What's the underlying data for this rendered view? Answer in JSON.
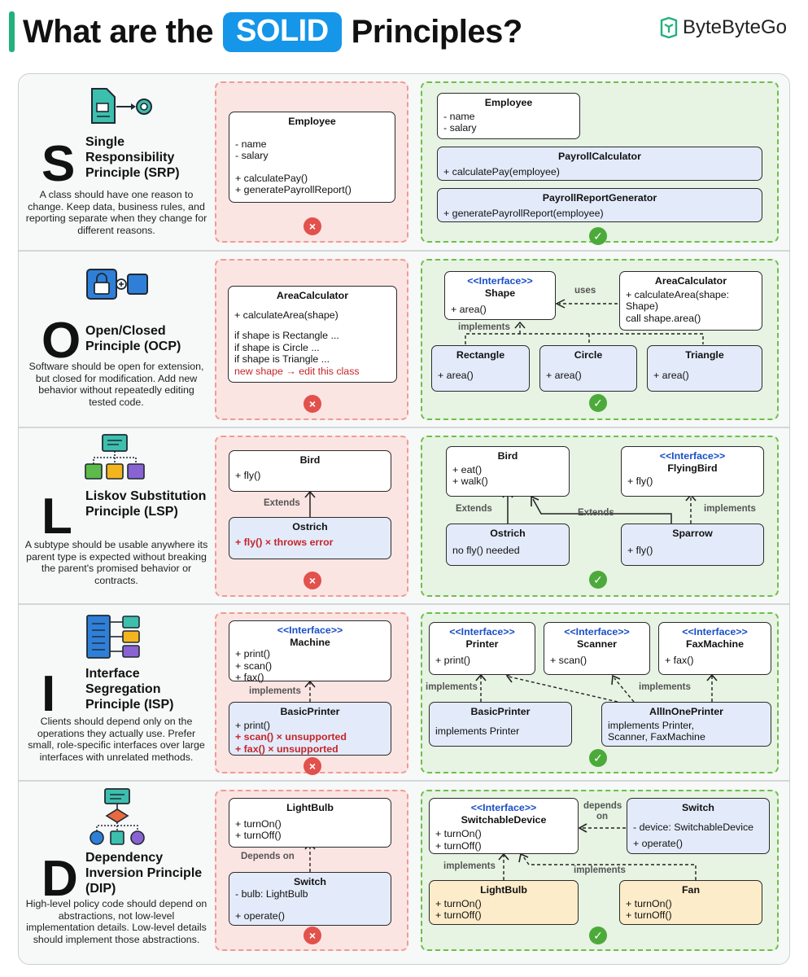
{
  "header": {
    "title_prefix": "What are the",
    "title_highlight": "SOLID",
    "title_suffix": "Principles?",
    "brand": "ByteByteGo",
    "accent_color": "#22b07d",
    "highlight_color": "#1596e8"
  },
  "marks": {
    "bad": "×",
    "good": "✓"
  },
  "principles": [
    {
      "letter": "S",
      "name": "Single Responsibility Principle (SRP)",
      "description": "A class should have one reason to change. Keep data, business rules, and reporting separate when they change for different reasons.",
      "icon": "document-to-target-icon",
      "bad": {
        "employee": {
          "name": "Employee",
          "fields": [
            "- name",
            "- salary"
          ],
          "methods": [
            "+ calculatePay()",
            "+ generatePayrollReport()"
          ]
        }
      },
      "good": {
        "employee": {
          "name": "Employee",
          "fields": [
            "- name",
            "- salary"
          ]
        },
        "payroll_calculator": {
          "name": "PayrollCalculator",
          "methods": [
            "+ calculatePay(employee)"
          ]
        },
        "report_generator": {
          "name": "PayrollReportGenerator",
          "methods": [
            "+ generatePayrollReport(employee)"
          ]
        }
      }
    },
    {
      "letter": "O",
      "name": "Open/Closed Principle (OCP)",
      "description": "Software should be open for extension, but closed for modification. Add new behavior without repeatedly editing tested code.",
      "icon": "lock-extension-icon",
      "bad": {
        "area_calculator": {
          "name": "AreaCalculator",
          "methods": [
            "+ calculateArea(shape)"
          ],
          "logic": [
            "if shape is Rectangle ...",
            "if shape is Circle ...",
            "if shape is Triangle ..."
          ],
          "warning": "new shape → edit this class"
        }
      },
      "good": {
        "shape": {
          "stereotype": "<<Interface>>",
          "name": "Shape",
          "methods": [
            "+ area()"
          ]
        },
        "area_calculator": {
          "name": "AreaCalculator",
          "methods": [
            "+ calculateArea(shape:",
            "Shape)",
            "call shape.area()"
          ]
        },
        "rectangle": {
          "name": "Rectangle",
          "methods": [
            "+ area()"
          ]
        },
        "circle": {
          "name": "Circle",
          "methods": [
            "+ area()"
          ]
        },
        "triangle": {
          "name": "Triangle",
          "methods": [
            "+ area()"
          ]
        },
        "uses_label": "uses",
        "implements_label": "implements"
      }
    },
    {
      "letter": "L",
      "name": "Liskov Substitution Principle (LSP)",
      "description": "A subtype should be usable anywhere its parent type is expected without breaking the parent's promised behavior or contracts.",
      "icon": "hierarchy-tree-icon",
      "bad": {
        "bird": {
          "name": "Bird",
          "methods": [
            "+ fly()"
          ]
        },
        "ostrich": {
          "name": "Ostrich",
          "methods": [
            "+ fly() × throws error"
          ]
        },
        "extends_label": "Extends"
      },
      "good": {
        "bird": {
          "name": "Bird",
          "methods": [
            "+ eat()",
            "+ walk()"
          ]
        },
        "flying_bird": {
          "stereotype": "<<Interface>>",
          "name": "FlyingBird",
          "methods": [
            "+ fly()"
          ]
        },
        "ostrich": {
          "name": "Ostrich",
          "methods": [
            "no fly() needed"
          ]
        },
        "sparrow": {
          "name": "Sparrow",
          "methods": [
            "+ fly()"
          ]
        },
        "extends_label": "Extends",
        "implements_label": "implements"
      }
    },
    {
      "letter": "I",
      "name": "Interface Segregation Principle (ISP)",
      "description": "Clients should depend only on the operations they actually use. Prefer small, role-specific interfaces over large interfaces with unrelated methods.",
      "icon": "interface-split-icon",
      "bad": {
        "machine": {
          "stereotype": "<<Interface>>",
          "name": "Machine",
          "methods": [
            "+ print()",
            "+ scan()",
            "+ fax()"
          ]
        },
        "basic_printer": {
          "name": "BasicPrinter",
          "methods": [
            "+ print()"
          ],
          "unsupported": [
            "+ scan() × unsupported",
            "+ fax() × unsupported"
          ]
        },
        "implements_label": "implements"
      },
      "good": {
        "printer": {
          "stereotype": "<<Interface>>",
          "name": "Printer",
          "methods": [
            "+ print()"
          ]
        },
        "scanner": {
          "stereotype": "<<Interface>>",
          "name": "Scanner",
          "methods": [
            "+ scan()"
          ]
        },
        "fax_machine": {
          "stereotype": "<<Interface>>",
          "name": "FaxMachine",
          "methods": [
            "+ fax()"
          ]
        },
        "basic_printer": {
          "name": "BasicPrinter",
          "methods": [
            "implements Printer"
          ]
        },
        "all_in_one": {
          "name": "AllInOnePrinter",
          "methods": [
            "implements Printer,",
            "Scanner, FaxMachine"
          ]
        },
        "implements_label_left": "implements",
        "implements_label_right": "implements"
      }
    },
    {
      "letter": "D",
      "name": "Dependency Inversion Principle (DIP)",
      "description": "High-level policy code should depend on abstractions, not low-level implementation details. Low-level details should implement those abstractions.",
      "icon": "dependency-tree-icon",
      "bad": {
        "light_bulb": {
          "name": "LightBulb",
          "methods": [
            "+ turnOn()",
            "+ turnOff()"
          ]
        },
        "switch": {
          "name": "Switch",
          "fields": [
            "- bulb: LightBulb"
          ],
          "methods": [
            "+ operate()"
          ]
        },
        "depends_label": "Depends on"
      },
      "good": {
        "switchable": {
          "stereotype": "<<Interface>>",
          "name": "SwitchableDevice",
          "methods": [
            "+ turnOn()",
            "+ turnOff()"
          ]
        },
        "switch": {
          "name": "Switch",
          "fields": [
            "- device: SwitchableDevice"
          ],
          "methods": [
            "+ operate()"
          ]
        },
        "light_bulb": {
          "name": "LightBulb",
          "methods": [
            "+ turnOn()",
            "+ turnOff()"
          ]
        },
        "fan": {
          "name": "Fan",
          "methods": [
            "+ turnOn()",
            "+ turnOff()"
          ]
        },
        "depends_label_1": "depends",
        "depends_label_2": "on",
        "implements_label_left": "implements",
        "implements_label_right": "implements"
      }
    }
  ]
}
